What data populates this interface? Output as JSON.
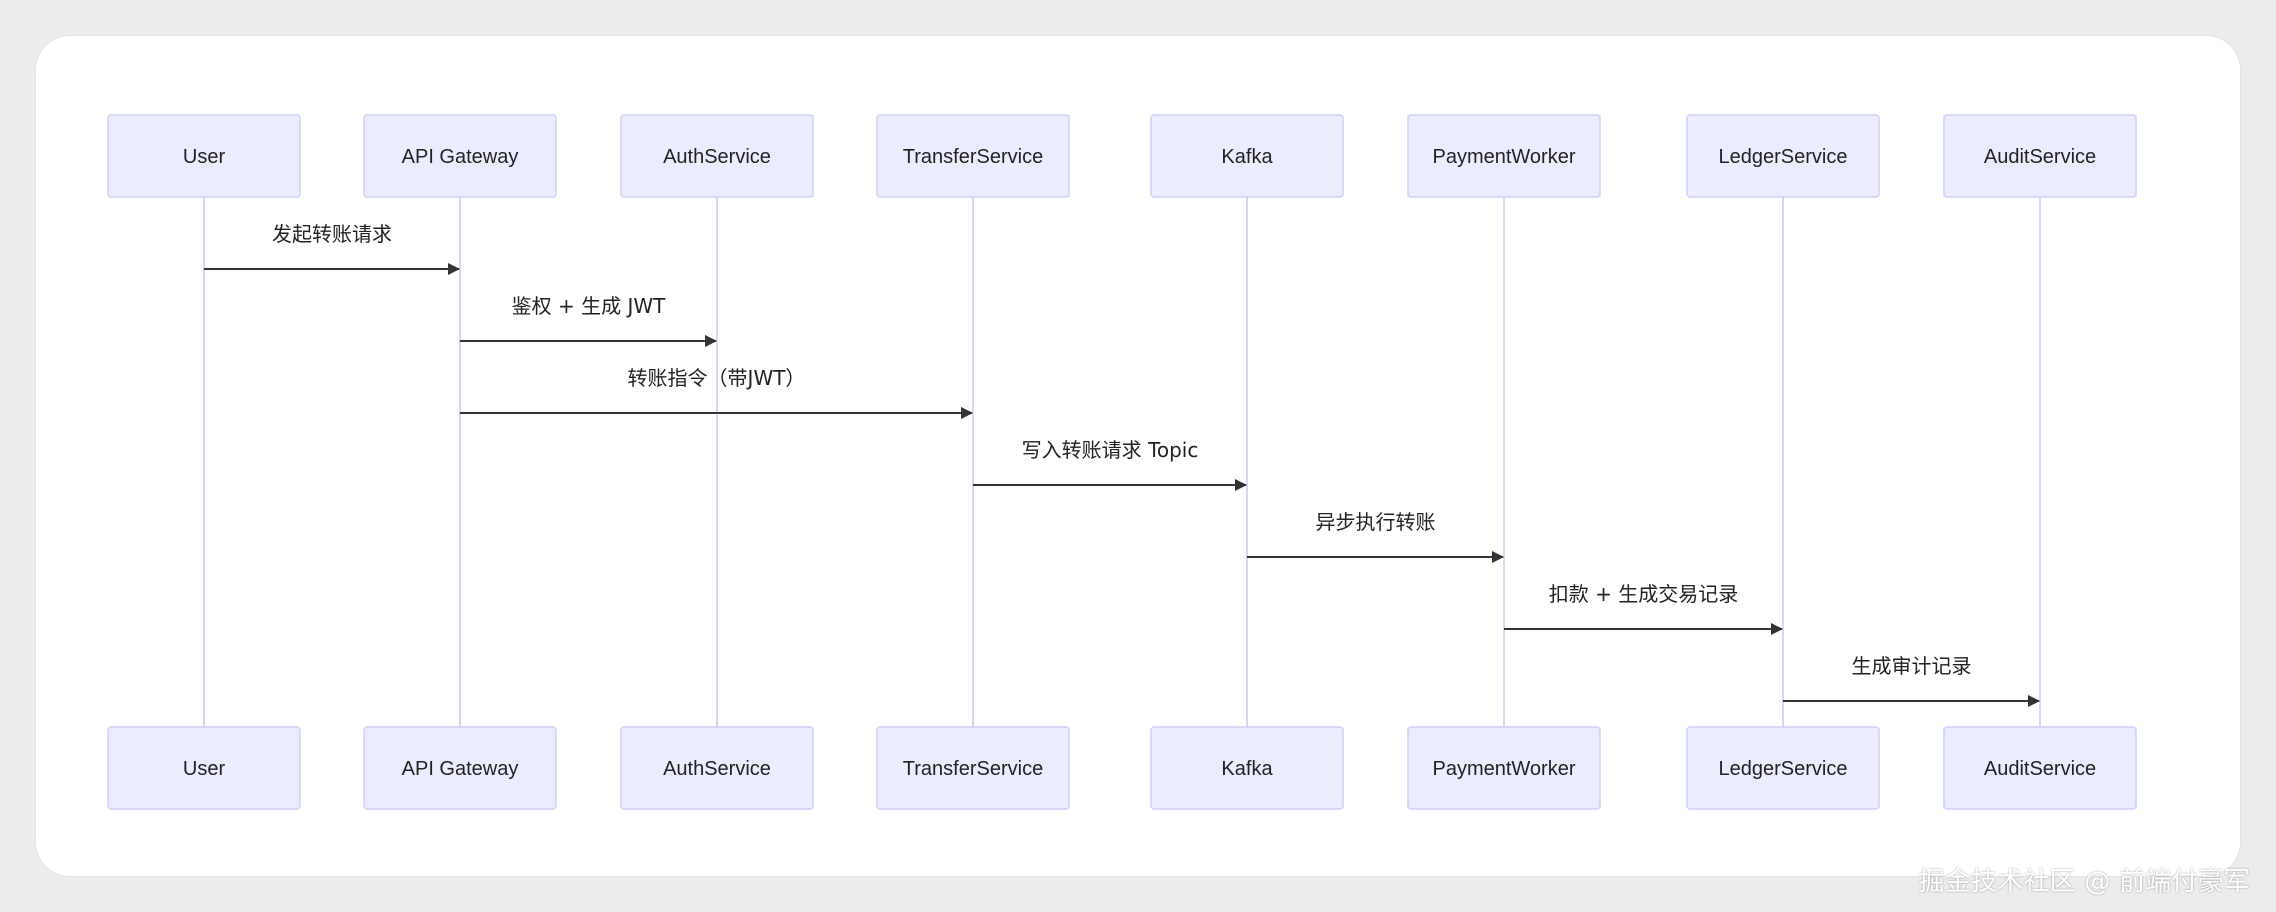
{
  "participants": [
    {
      "name": "User"
    },
    {
      "name": "API Gateway"
    },
    {
      "name": "AuthService"
    },
    {
      "name": "TransferService"
    },
    {
      "name": "Kafka"
    },
    {
      "name": "PaymentWorker"
    },
    {
      "name": "LedgerService"
    },
    {
      "name": "AuditService"
    }
  ],
  "messages": [
    {
      "from": 0,
      "to": 1,
      "label": "发起转账请求"
    },
    {
      "from": 1,
      "to": 2,
      "label": "鉴权 + 生成 JWT"
    },
    {
      "from": 1,
      "to": 3,
      "label": "转账指令（带JWT）"
    },
    {
      "from": 3,
      "to": 4,
      "label": "写入转账请求 Topic"
    },
    {
      "from": 4,
      "to": 5,
      "label": "异步执行转账"
    },
    {
      "from": 5,
      "to": 6,
      "label": "扣款 + 生成交易记录"
    },
    {
      "from": 6,
      "to": 7,
      "label": "生成审计记录"
    }
  ],
  "watermark": "掘金技术社区 @ 前端付豪军",
  "colors": {
    "actor_fill": "#ECECFF",
    "actor_stroke": "#CFCFF5",
    "lifeline": "#D9D6F2",
    "arrow": "#333333",
    "text": "#222222"
  }
}
